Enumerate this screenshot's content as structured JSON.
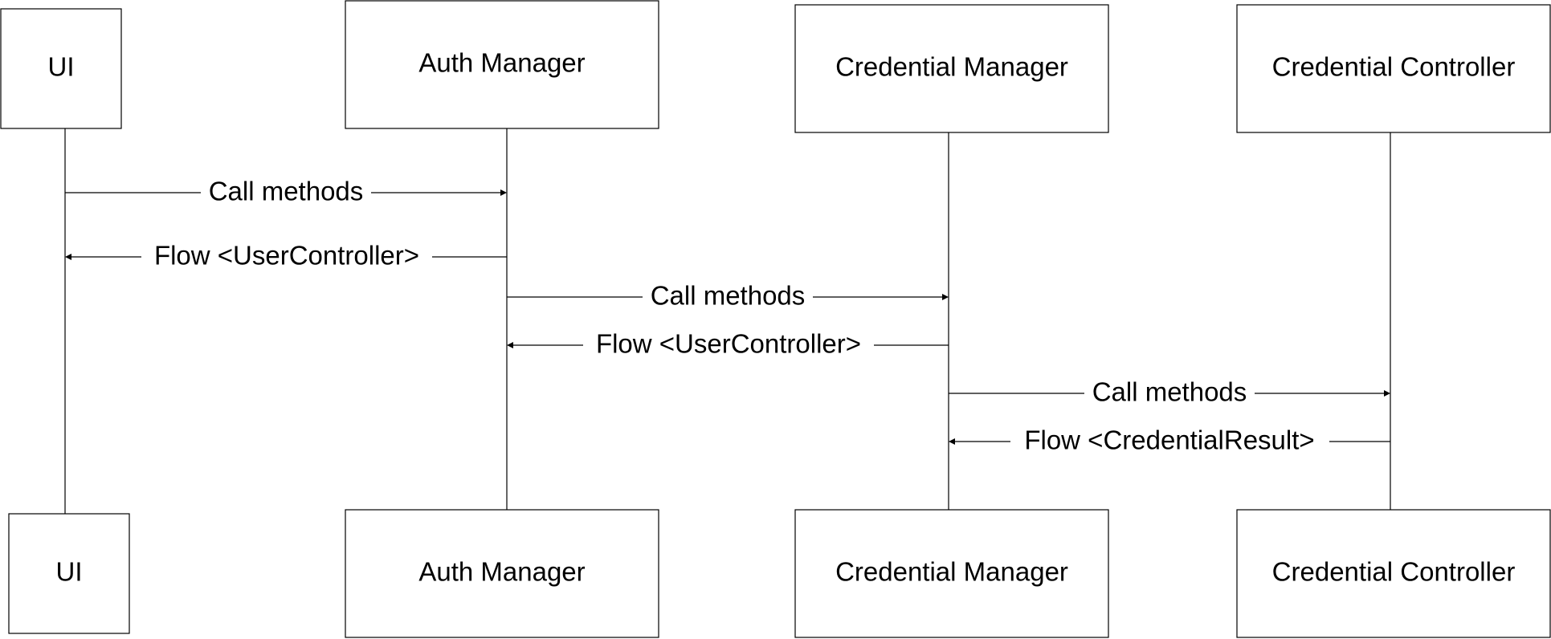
{
  "participants": [
    {
      "id": "ui",
      "label": "UI"
    },
    {
      "id": "auth",
      "label": "Auth Manager"
    },
    {
      "id": "credmgr",
      "label": "Credential Manager"
    },
    {
      "id": "credctl",
      "label": "Credential Controller"
    }
  ],
  "messages": [
    {
      "from": "ui",
      "to": "auth",
      "label": "Call methods"
    },
    {
      "from": "auth",
      "to": "ui",
      "label": "Flow <UserController>"
    },
    {
      "from": "auth",
      "to": "credmgr",
      "label": "Call methods"
    },
    {
      "from": "credmgr",
      "to": "auth",
      "label": "Flow <UserController>"
    },
    {
      "from": "credmgr",
      "to": "credctl",
      "label": "Call methods"
    },
    {
      "from": "credctl",
      "to": "credmgr",
      "label": "Flow <CredentialResult>"
    }
  ]
}
